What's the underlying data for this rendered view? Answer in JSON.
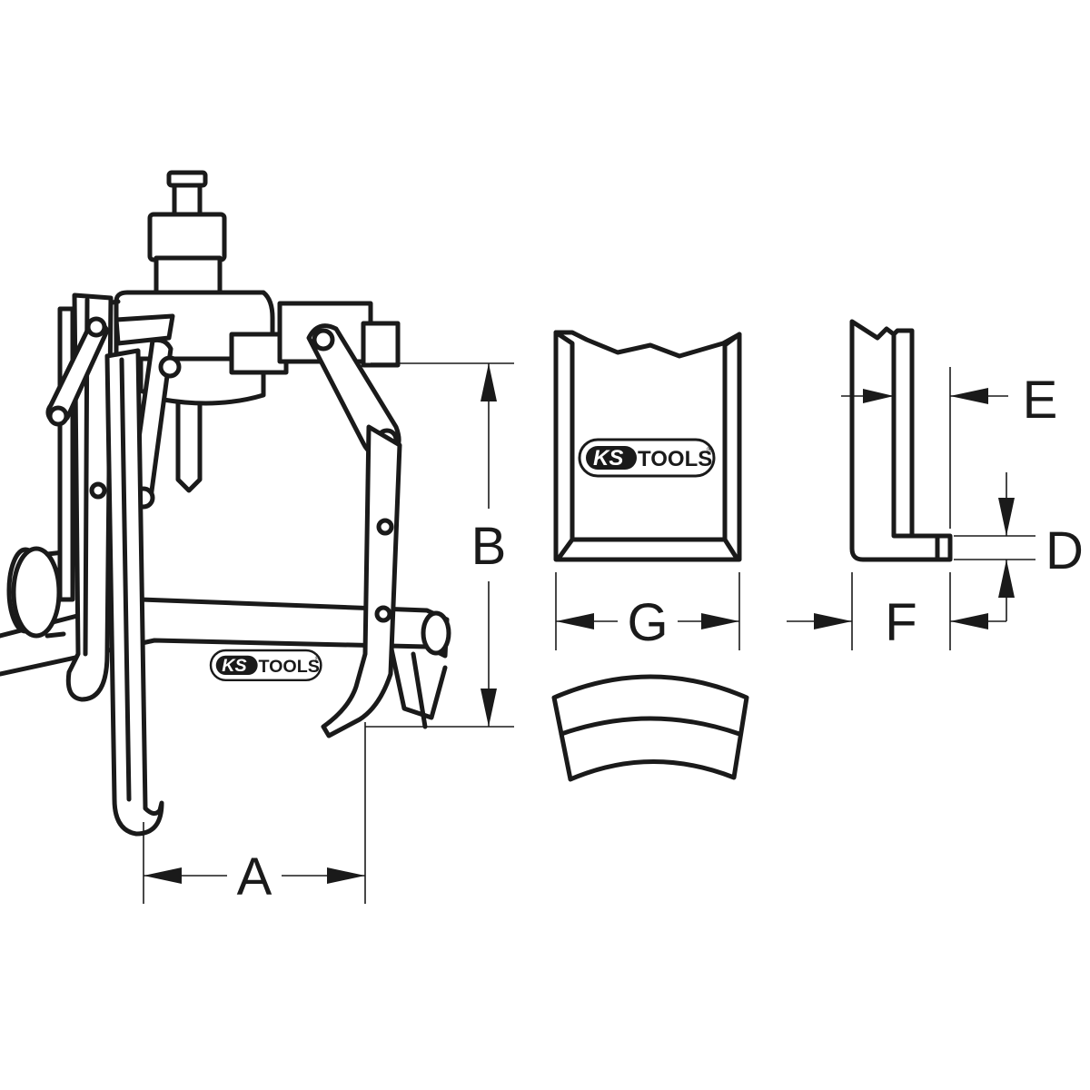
{
  "brand": {
    "prefix": "KS",
    "suffix": "TOOLS",
    "registered": "®"
  },
  "dimensions": {
    "a": "A",
    "b": "B",
    "d": "D",
    "e": "E",
    "f": "F",
    "g": "G"
  },
  "colors": {
    "line": "#1a1a1a",
    "background": "#ffffff",
    "logo_ks": "#1a1a1a"
  }
}
